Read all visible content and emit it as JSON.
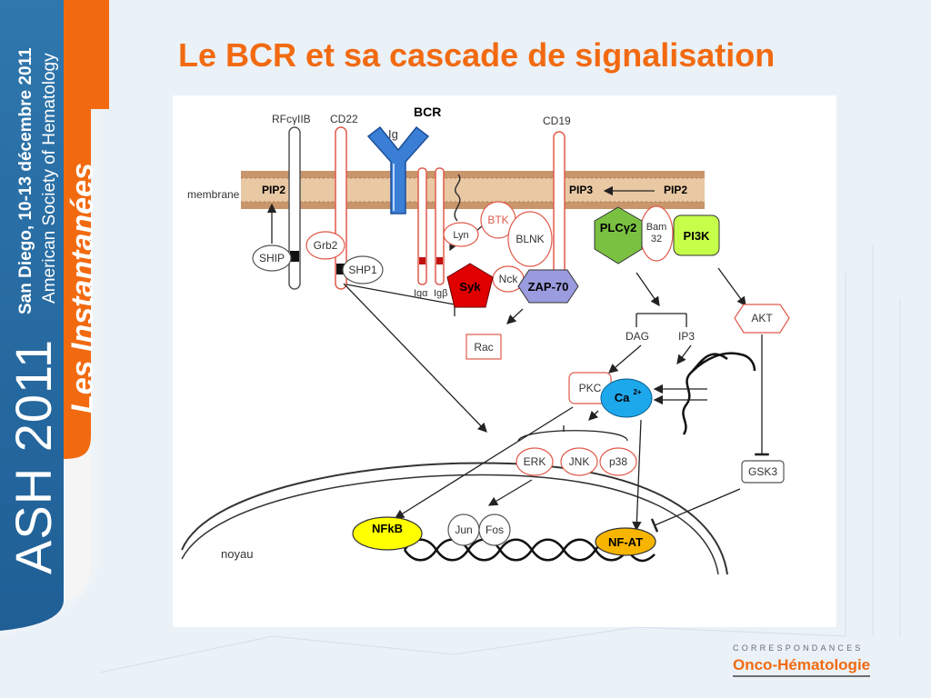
{
  "title": "Le BCR et sa cascade de signalisation",
  "sidebar": {
    "event_dates": "San Diego, 10-13 décembre 2011",
    "society": "American Society of Hematology",
    "series": "Les Instantanées",
    "ash_logo": "ASH 2011"
  },
  "footer": {
    "line1": "CORRESPONDANCES",
    "line2": "Onco-Hématologie"
  },
  "diagram": {
    "labels": {
      "bcr": "BCR",
      "ig": "Ig",
      "rfcgiib": "RFcγIIB",
      "cd22": "CD22",
      "cd19": "CD19",
      "membrane": "membrane",
      "pip2_left": "PIP2",
      "pip3": "PIP3",
      "pip2_right": "PIP2",
      "igalpha": "Igα",
      "igbeta": "Igβ",
      "noyau": "noyau",
      "dag": "DAG",
      "ip3": "IP3"
    },
    "nodes": {
      "ship": "SHIP",
      "grb2": "Grb2",
      "shp1": "SHP1",
      "lyn": "Lyn",
      "btk": "BTK",
      "blnk": "BLNK",
      "nck": "Nck",
      "syk": "Syk",
      "zap70": "ZAP-70",
      "plcg2": "PLCγ2",
      "bam32_line1": "Bam",
      "bam32_line2": "32",
      "pi3k": "PI3K",
      "rac": "Rac",
      "akt": "AKT",
      "pkc": "PKC",
      "ca": "Ca",
      "ca_charge": "2+",
      "erk": "ERK",
      "jnk": "JNK",
      "p38": "p38",
      "gsk3": "GSK3",
      "nfkb": "NFkB",
      "jun": "Jun",
      "fos": "Fos",
      "nfat": "NF-AT"
    }
  },
  "colors": {
    "title": "#f26a10",
    "syk": "#e00000",
    "zap70": "#9b9bdf",
    "plcg2": "#7ac142",
    "pi3k": "#c6ff4a",
    "ca": "#1ea8ec",
    "nfkb": "#ffff00",
    "nfat": "#f7b500",
    "node_outline": "#e05a4a"
  }
}
